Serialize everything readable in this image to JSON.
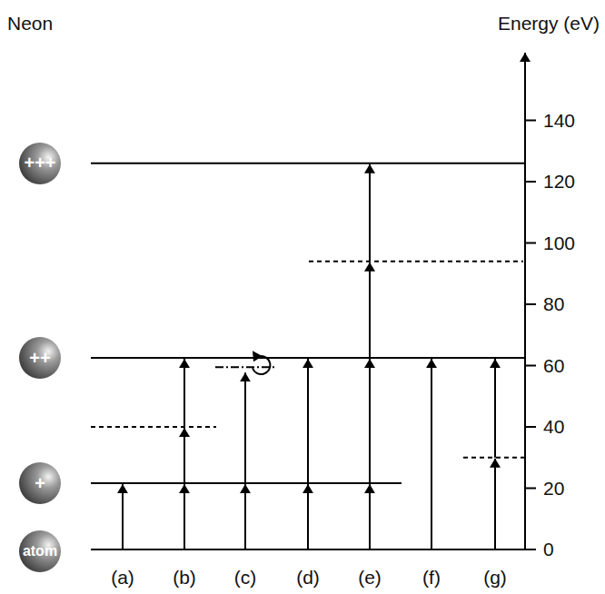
{
  "diagram": {
    "nodes": [
      {
        "text": [
          "+++"
        ]
      },
      {
        "text": [
          "++"
        ]
      },
      {
        "text": [
          "+"
        ]
      },
      {
        "text": [
          "atom"
        ]
      }
    ],
    "labels": [
      "Neon",
      "Energy (eV)",
      "140",
      "120",
      "100",
      "80",
      "60",
      "40",
      "20",
      "0",
      "(a)",
      "(b)",
      "(c)",
      "(d)",
      "(e)",
      "(f)",
      "(g)"
    ]
  }
}
